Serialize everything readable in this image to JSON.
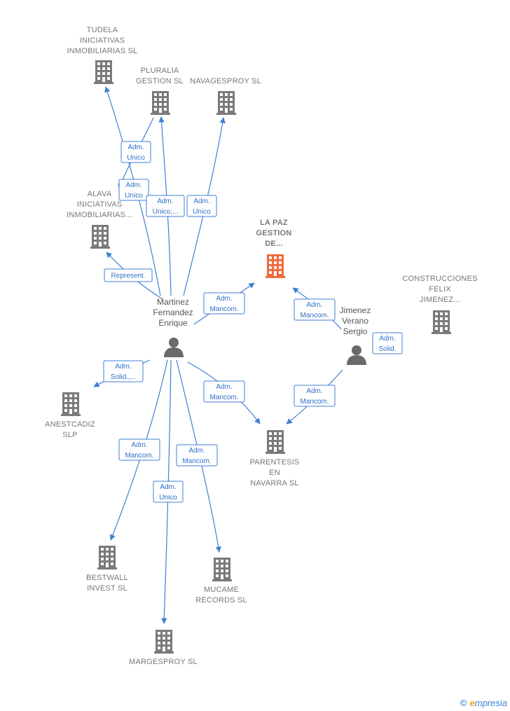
{
  "companies": [
    {
      "id": "tudela",
      "lines": [
        "TUDELA",
        "INICIATIVAS",
        "INMOBILIARIAS SL"
      ],
      "focus": false
    },
    {
      "id": "pluralia",
      "lines": [
        "PLURALIA",
        "GESTION SL"
      ],
      "focus": false
    },
    {
      "id": "navagesproy",
      "lines": [
        "NAVAGESPROY SL"
      ],
      "focus": false
    },
    {
      "id": "alava",
      "lines": [
        "ALAVA",
        "INICIATIVAS",
        "INMOBILIARIAS..."
      ],
      "focus": false
    },
    {
      "id": "lapaz",
      "lines": [
        "LA PAZ",
        "GESTION",
        "DE..."
      ],
      "focus": true
    },
    {
      "id": "construcciones",
      "lines": [
        "CONSTRUCCIONES",
        "FELIX",
        "JIMENEZ..."
      ],
      "focus": false
    },
    {
      "id": "anestcadiz",
      "lines": [
        "ANESTCADIZ",
        "SLP"
      ],
      "focus": false
    },
    {
      "id": "parentesis",
      "lines": [
        "PARENTESIS",
        "EN",
        "NAVARRA SL"
      ],
      "focus": false
    },
    {
      "id": "bestwall",
      "lines": [
        "BESTWALL",
        "INVEST SL"
      ],
      "focus": false
    },
    {
      "id": "mucame",
      "lines": [
        "MUCAME",
        "RECORDS SL"
      ],
      "focus": false
    },
    {
      "id": "margesproy",
      "lines": [
        "MARGESPROY SL"
      ],
      "focus": false
    }
  ],
  "persons": [
    {
      "id": "martinez",
      "lines": [
        "Martinez",
        "Fernandez",
        "Enrique"
      ]
    },
    {
      "id": "jimenez",
      "lines": [
        "Jimenez",
        "Verano",
        "Sergio"
      ]
    }
  ],
  "edges": [
    {
      "id": "e-tudela",
      "lines": [
        "Adm.",
        "Unico"
      ]
    },
    {
      "id": "e-pluralia-alava",
      "lines": [
        "Adm.",
        "Unico"
      ]
    },
    {
      "id": "e-pluralia",
      "lines": [
        "Adm.",
        "Unico,..."
      ]
    },
    {
      "id": "e-navagesproy",
      "lines": [
        "Adm.",
        "Unico"
      ]
    },
    {
      "id": "e-alava",
      "lines": [
        "Represent."
      ]
    },
    {
      "id": "e-lapaz-martinez",
      "lines": [
        "Adm.",
        "Mancom."
      ]
    },
    {
      "id": "e-lapaz-jimenez",
      "lines": [
        "Adm.",
        "Mancom."
      ]
    },
    {
      "id": "e-construcciones",
      "lines": [
        "Adm.",
        "Solid."
      ]
    },
    {
      "id": "e-anestcadiz",
      "lines": [
        "Adm.",
        "Solid.,..."
      ]
    },
    {
      "id": "e-parentesis-martinez",
      "lines": [
        "Adm.",
        "Mancom."
      ]
    },
    {
      "id": "e-parentesis-jimenez",
      "lines": [
        "Adm.",
        "Mancom."
      ]
    },
    {
      "id": "e-bestwall",
      "lines": [
        "Adm.",
        "Mancom."
      ]
    },
    {
      "id": "e-mucame",
      "lines": [
        "Adm.",
        "Mancom."
      ]
    },
    {
      "id": "e-margesproy",
      "lines": [
        "Adm.",
        "Unico"
      ]
    }
  ],
  "colors": {
    "building": "#7a7a7a",
    "building_focus": "#f26a3d",
    "person": "#6a6a6a",
    "edge": "#3f7fd4"
  },
  "footer": {
    "copyright": "©",
    "brand_initial": "e",
    "brand_rest": "mpresia"
  }
}
